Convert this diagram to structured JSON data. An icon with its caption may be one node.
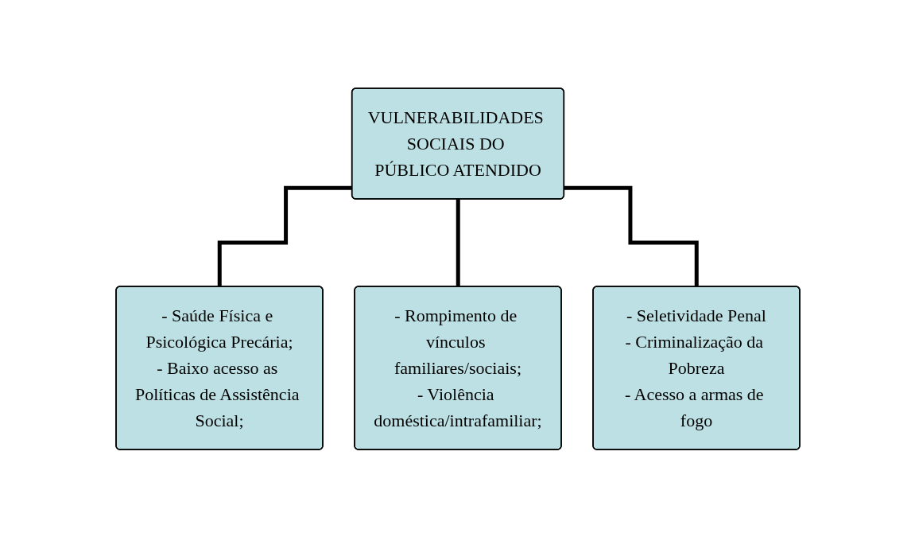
{
  "diagram": {
    "nodes": [
      {
        "text": [
          "VULNERABILIDADES SOCIAIS DO PÚBLICO ATENDIDO"
        ]
      },
      {
        "text": [
          "- Saúde Física e Psicológica Precária;",
          "- Baixo acesso as Políticas de Assistência Social;"
        ]
      },
      {
        "text": [
          "- Rompimento de vínculos familiares/sociais;",
          "- Violência doméstica/intrafamiliar;"
        ]
      },
      {
        "text": [
          "- Seletividade Penal",
          "- Criminalização da Pobreza",
          "- Acesso a armas de fogo"
        ]
      }
    ],
    "edges": [
      {
        "from": 0,
        "to": 1,
        "arrow": "none"
      },
      {
        "from": 0,
        "to": 2,
        "arrow": "none"
      },
      {
        "from": 0,
        "to": 3,
        "arrow": "none"
      }
    ]
  }
}
